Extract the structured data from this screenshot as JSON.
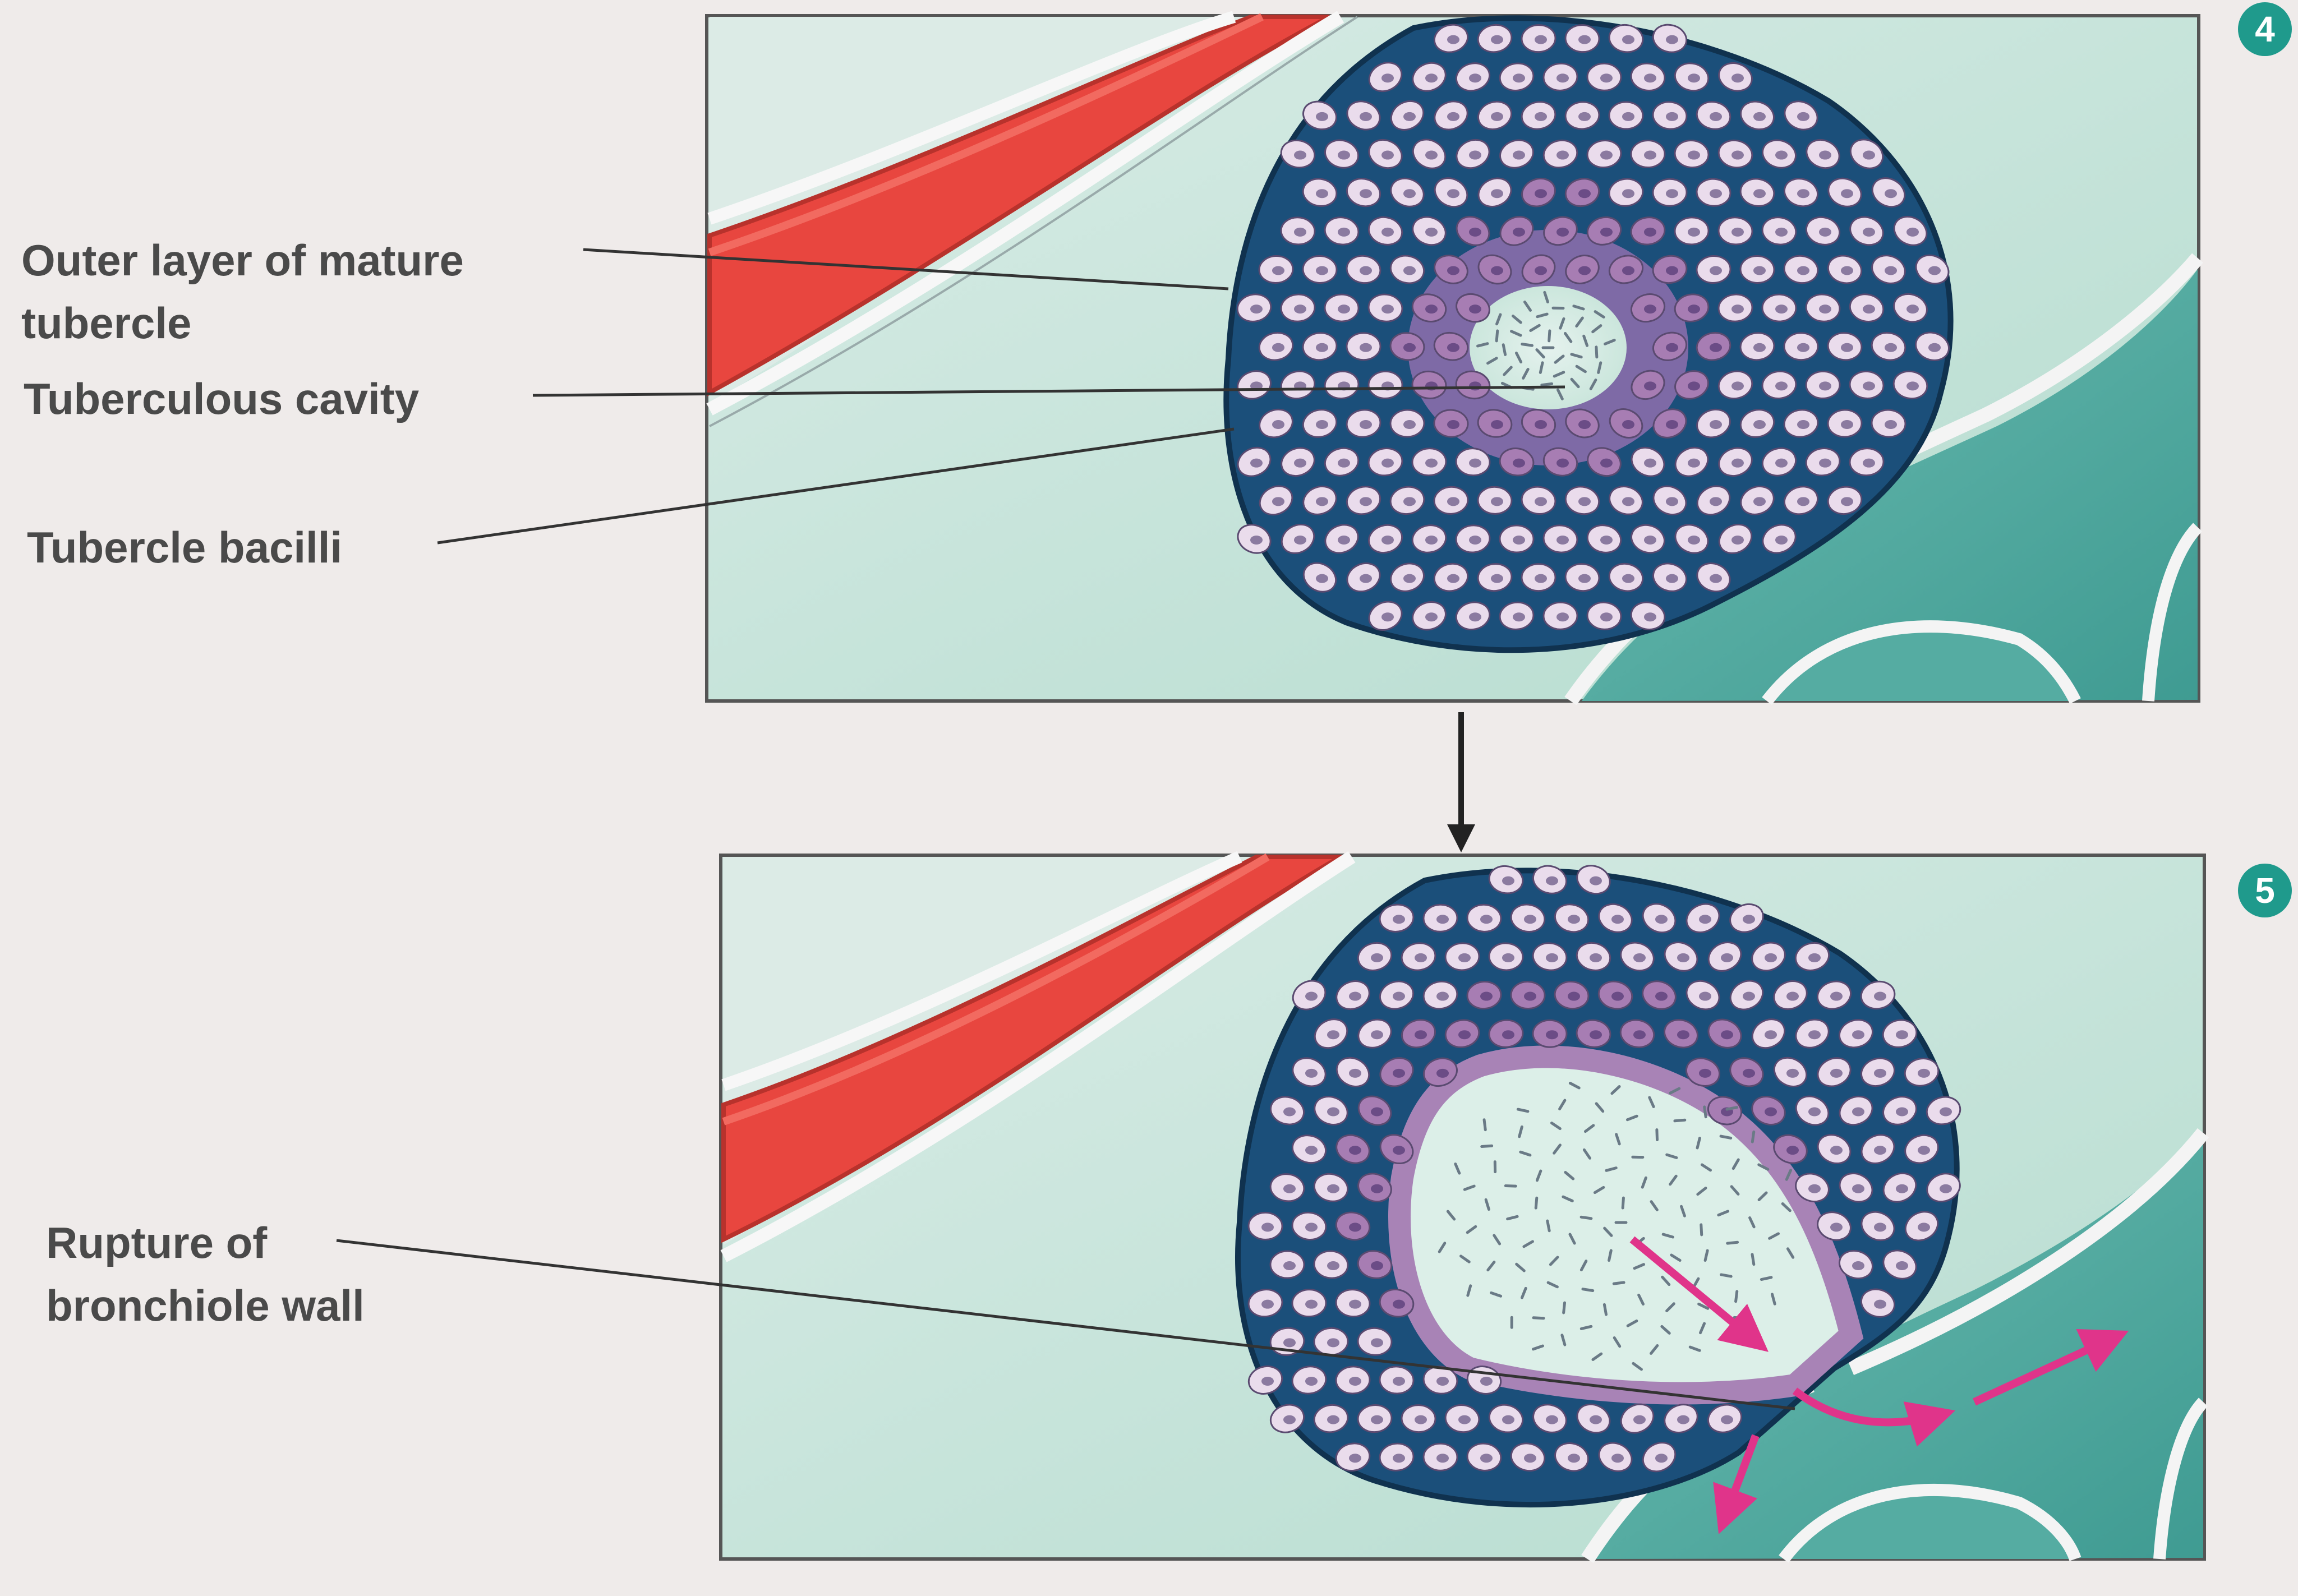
{
  "panels": [
    {
      "step": "4",
      "labels": {
        "outer_layer": [
          "Outer layer of mature",
          "tubercle"
        ],
        "cavity": "Tuberculous cavity",
        "bacilli": "Tubercle bacilli"
      }
    },
    {
      "step": "5",
      "labels": {
        "rupture": [
          "Rupture of",
          "bronchiole wall"
        ]
      }
    }
  ],
  "colors": {
    "background": "#efebea",
    "tissue": "#c9e3d8",
    "airway": "#5fb3a9",
    "blood_vessel": "#e8463f",
    "tubercle_edge": "#1b4f7a",
    "macrophage": "#eadcec",
    "inner_cell": "#a77db3",
    "arrow": "#e0348a",
    "badge": "#1f9a8c"
  }
}
